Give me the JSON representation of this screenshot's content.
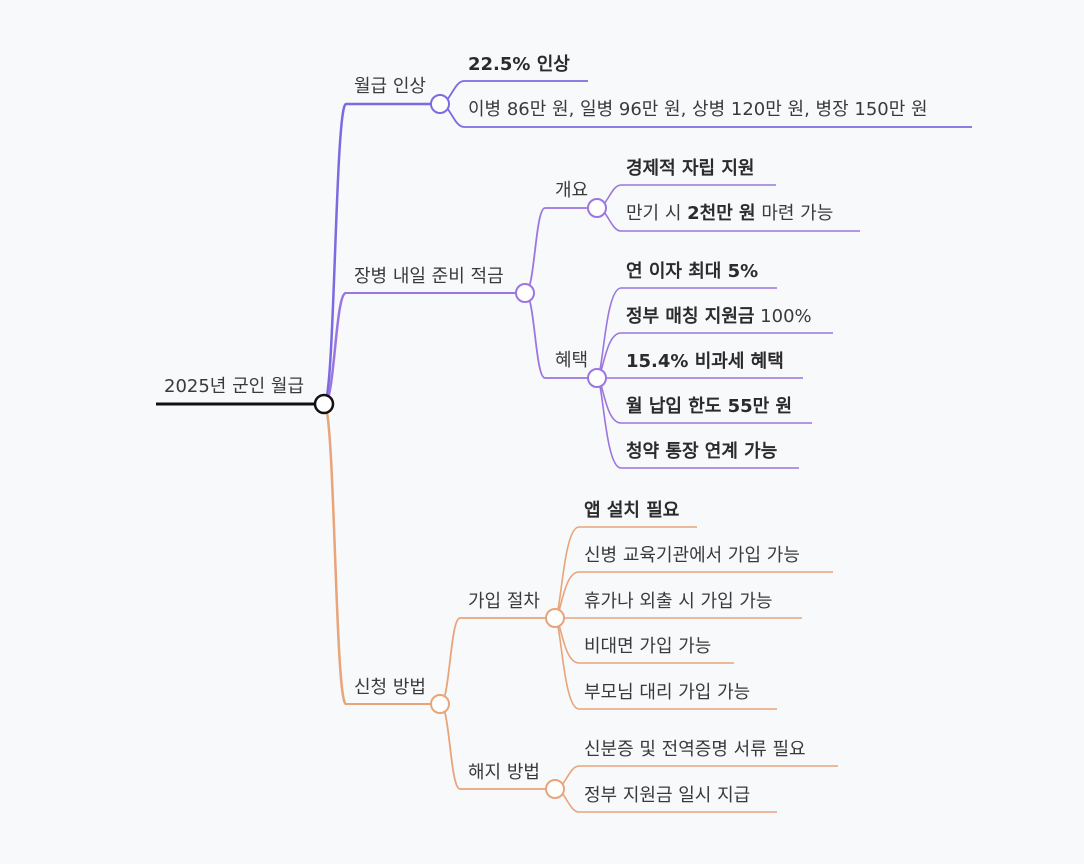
{
  "colors": {
    "root": "#111111",
    "salary": "#7b6be0",
    "savings": "#9b76e0",
    "apply": "#e8a47a",
    "background": "#f8f9fb"
  },
  "root": {
    "label": "2025년 군인 월급"
  },
  "salary": {
    "label": "월급 인상",
    "items": [
      "22.5% 인상",
      "이병 86만 원, 일병 96만 원, 상병 120만 원, 병장 150만 원"
    ]
  },
  "savings": {
    "label": "장병 내일 준비 적금",
    "overview": {
      "label": "개요",
      "items": [
        "경제적 자립 지원"
      ],
      "maturity": {
        "pre": "만기 시 ",
        "bold": "2천만 원",
        "post": " 마련 가능"
      }
    },
    "benefits": {
      "label": "혜택",
      "items": [
        "연 이자 최대 5%"
      ],
      "matching": {
        "bold": "정부 매칭 지원금",
        "post": " 100%"
      },
      "items2": [
        "15.4% 비과세 혜택",
        "월 납입 한도 55만 원",
        "청약 통장 연계 가능"
      ]
    }
  },
  "apply": {
    "label": "신청 방법",
    "join": {
      "label": "가입 절차",
      "items": [
        "앱 설치 필요",
        "신병 교육기관에서 가입 가능",
        "휴가나 외출 시 가입 가능",
        "비대면 가입 가능",
        "부모님 대리 가입 가능"
      ]
    },
    "cancel": {
      "label": "해지 방법",
      "items": [
        "신분증 및 전역증명 서류 필요",
        "정부 지원금 일시 지급"
      ]
    }
  }
}
